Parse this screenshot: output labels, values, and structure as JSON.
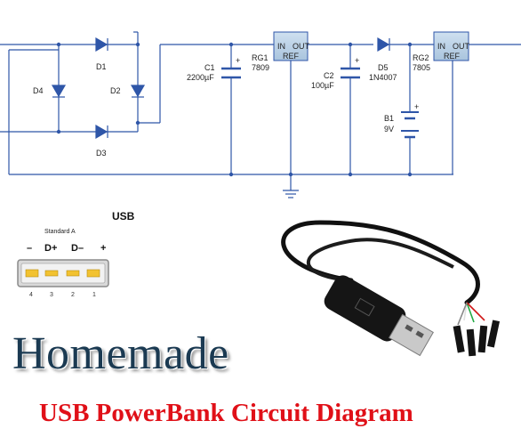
{
  "title": "Homemade",
  "subtitle": "USB PowerBank Circuit Diagram",
  "usb": {
    "title": "USB",
    "standard": "Standard A",
    "pin_signs": [
      "–",
      "D+",
      "D–",
      "+"
    ],
    "pin_numbers": [
      "4",
      "3",
      "2",
      "1"
    ]
  },
  "components": {
    "d1": "D1",
    "d2": "D2",
    "d3": "D3",
    "d4": "D4",
    "c1_name": "C1",
    "c1_value": "2200µF",
    "rg1_name": "RG1",
    "rg1_value": "7809",
    "c2_name": "C2",
    "c2_value": "100µF",
    "d5_name": "D5",
    "d5_value": "1N4007",
    "rg2_name": "RG2",
    "rg2_value": "7805",
    "b1_name": "B1",
    "b1_value": "9V",
    "reg_in": "IN",
    "reg_out": "OUT",
    "reg_ref": "REF",
    "plus": "+"
  }
}
